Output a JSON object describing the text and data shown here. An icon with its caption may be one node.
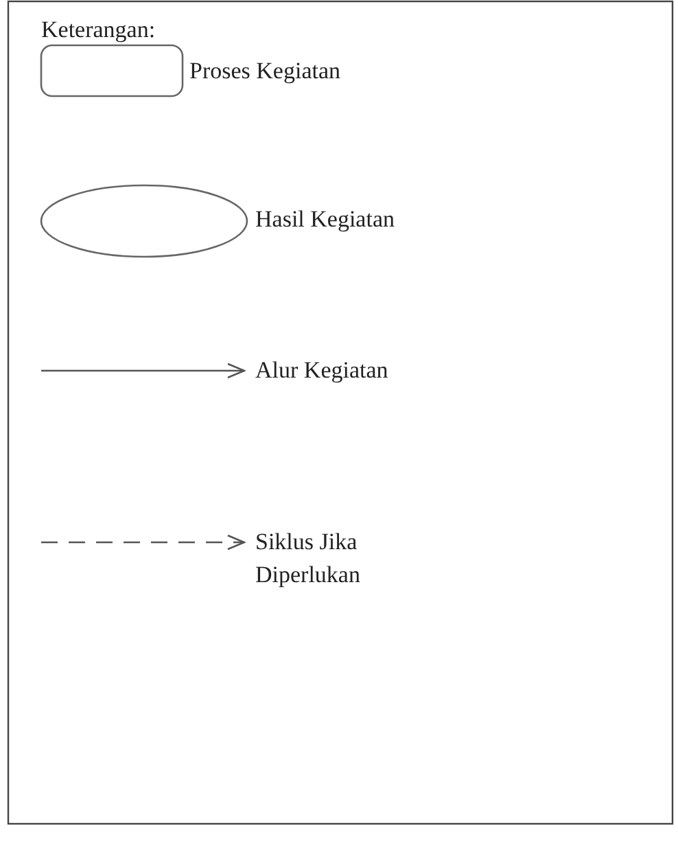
{
  "diagram": {
    "title": "Keterangan:",
    "legend": [
      {
        "text": "Proses Kegiatan"
      },
      {
        "text": "Hasil Kegiatan"
      },
      {
        "text": "Alur Kegiatan"
      },
      {
        "text": "Siklus Jika Diperlukan"
      }
    ]
  }
}
